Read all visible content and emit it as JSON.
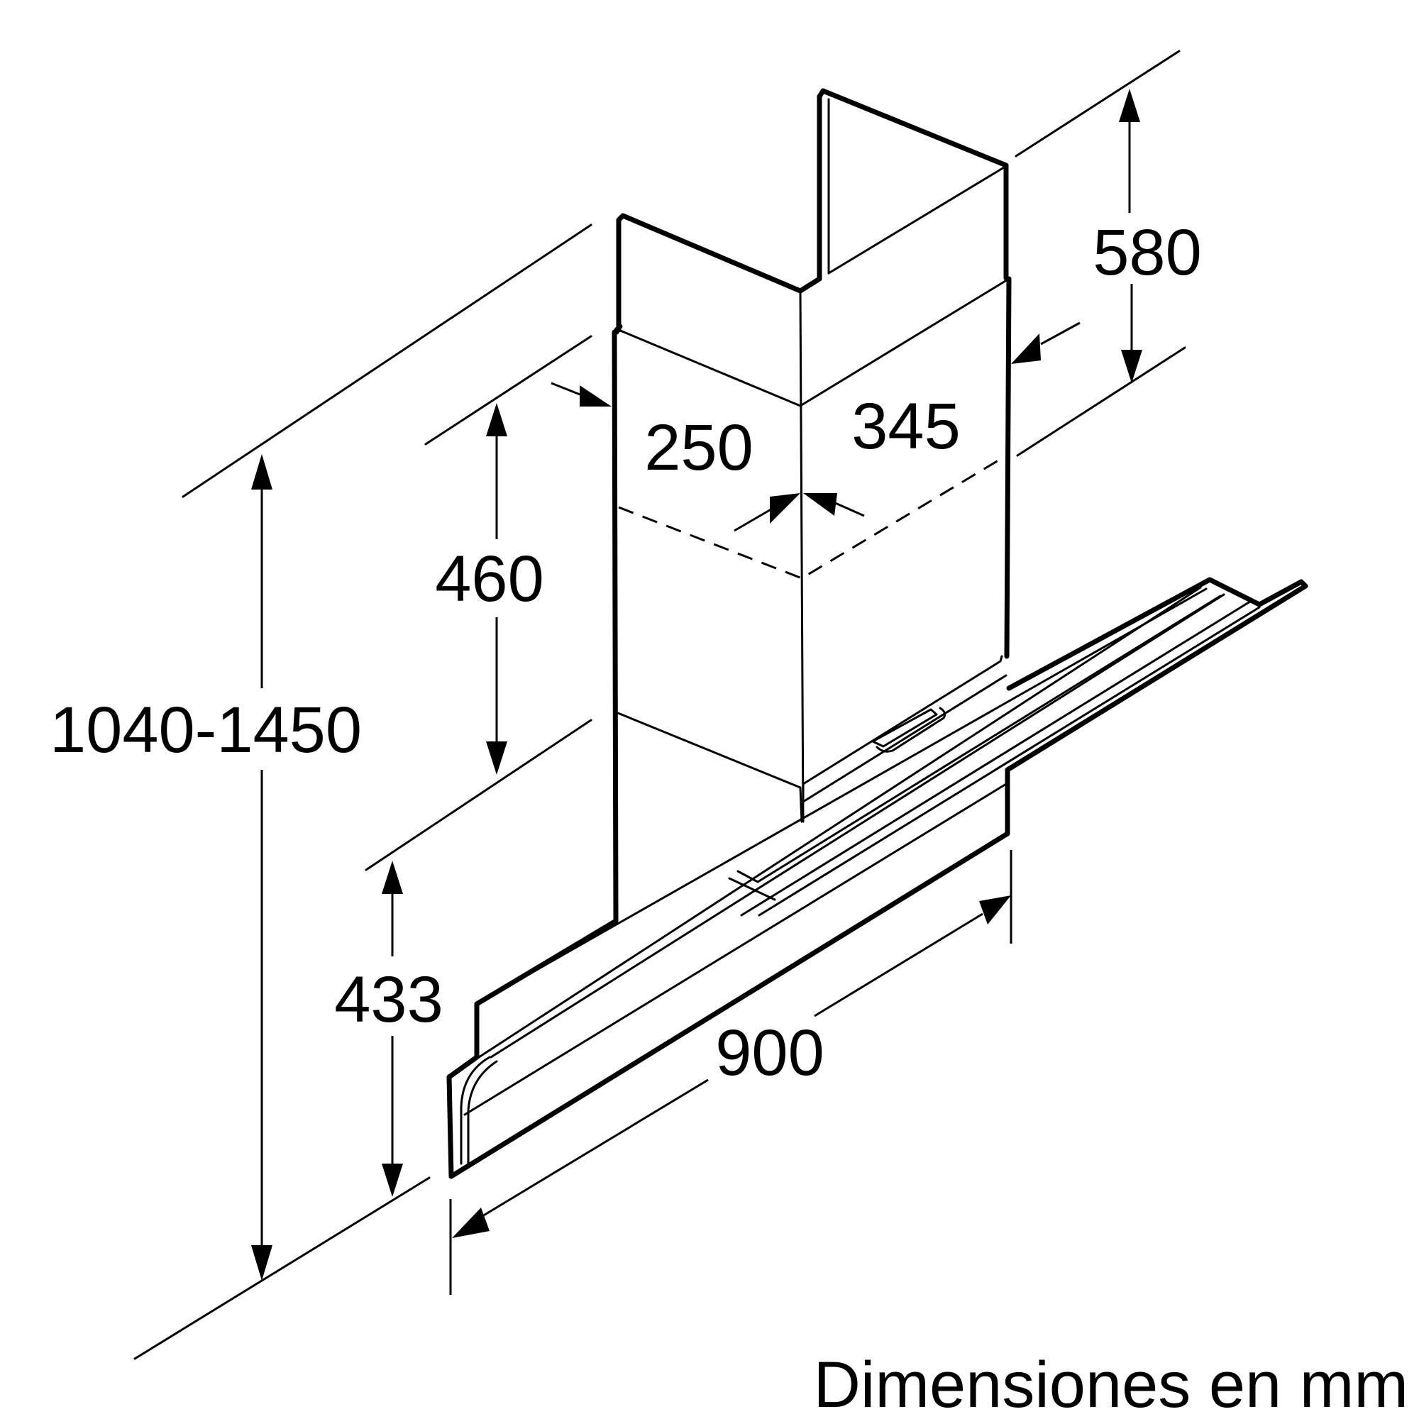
{
  "dimensions": {
    "total_height": "1040-1450",
    "chimney_upper": "580",
    "chimney_lower": "460",
    "canopy_height": "433",
    "width": "900",
    "chimney_width": "250",
    "chimney_depth": "345"
  },
  "caption": "Dimensiones en mm"
}
